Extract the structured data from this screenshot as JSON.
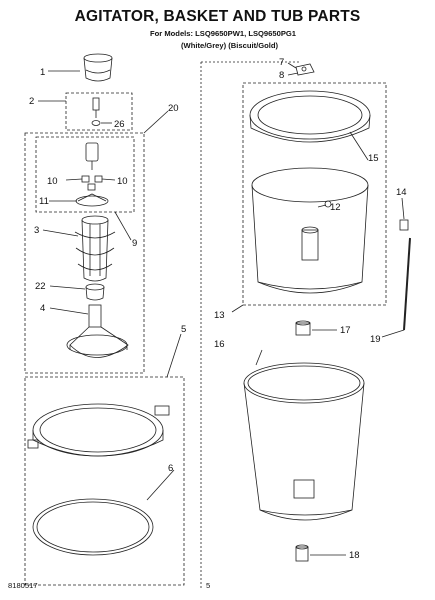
{
  "title": "AGITATOR, BASKET AND TUB PARTS",
  "models_line": "For Models: LSQ9650PW1, LSQ9650PG1",
  "colors_line": "(White/Grey)   (Biscuit/Gold)",
  "footer_code": "8180517",
  "page_number": "5",
  "callouts": [
    "1",
    "2",
    "26",
    "20",
    "10",
    "10",
    "11",
    "9",
    "3",
    "22",
    "4",
    "5",
    "6",
    "7",
    "8",
    "15",
    "12",
    "13",
    "14",
    "16",
    "17",
    "19",
    "18"
  ]
}
